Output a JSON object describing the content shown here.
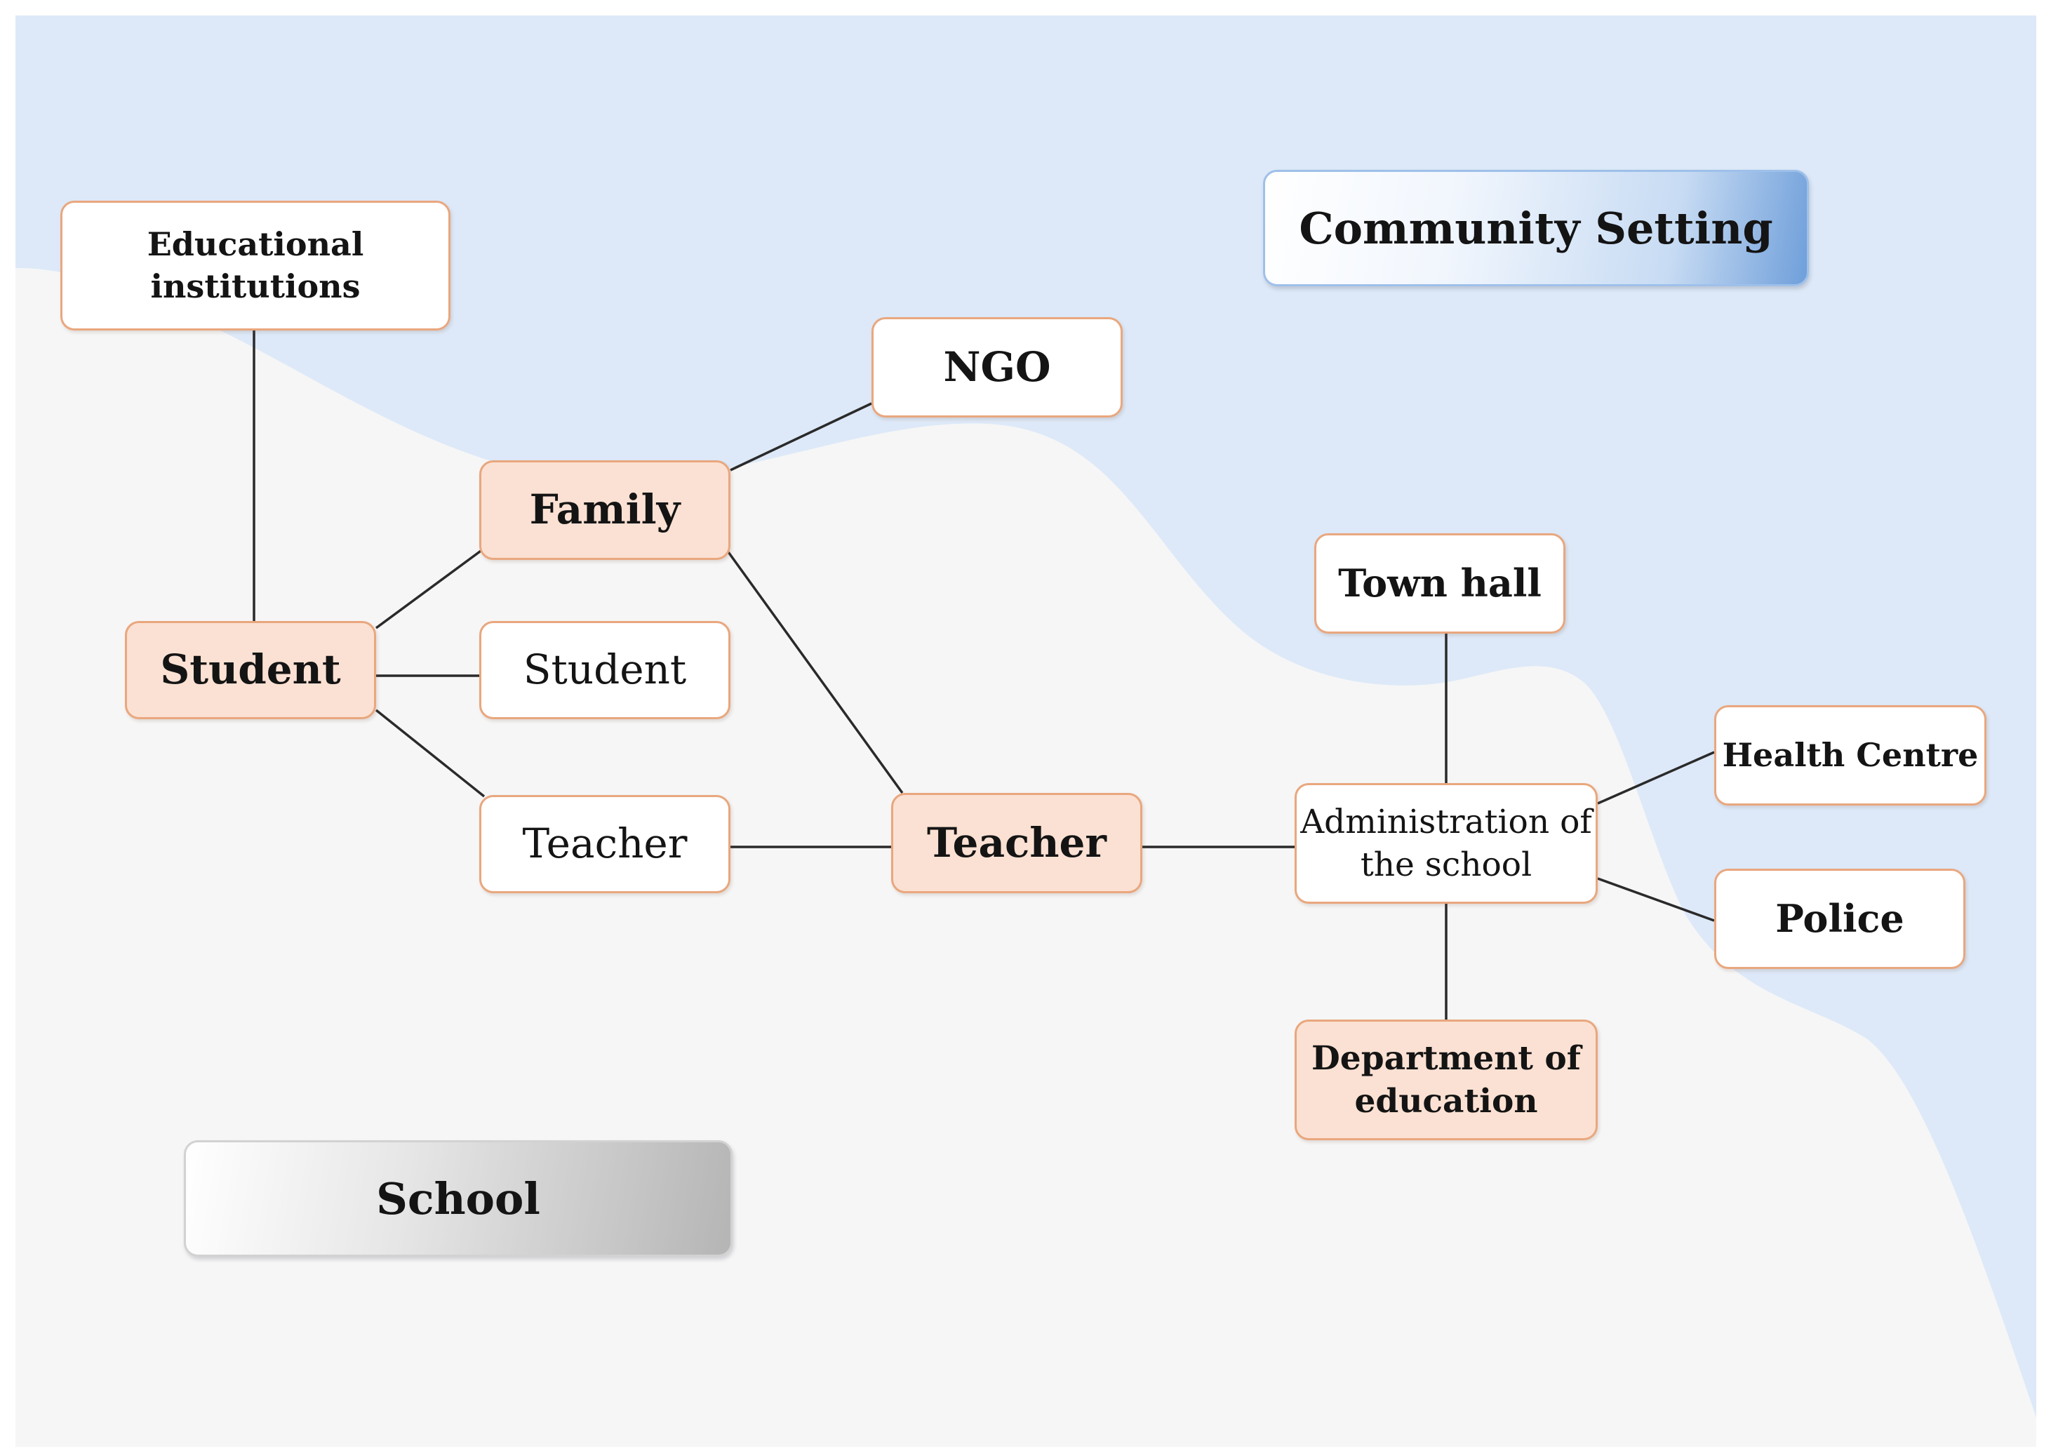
{
  "diagram": {
    "settings": {
      "community": "Community Setting",
      "school": "School"
    },
    "nodes": {
      "educational_institutions": "Educational institutions",
      "student_main": "Student",
      "family": "Family",
      "student_secondary": "Student",
      "teacher_secondary": "Teacher",
      "ngo": "NGO",
      "teacher_main": "Teacher",
      "administration": "Administration of the school",
      "town_hall": "Town hall",
      "health_centre": "Health Centre",
      "police": "Police",
      "department_of_education": "Department of education"
    },
    "edges": [
      [
        "educational_institutions",
        "student_main"
      ],
      [
        "student_main",
        "family"
      ],
      [
        "student_main",
        "student_secondary"
      ],
      [
        "student_main",
        "teacher_secondary"
      ],
      [
        "family",
        "ngo"
      ],
      [
        "family",
        "teacher_main"
      ],
      [
        "teacher_secondary",
        "teacher_main"
      ],
      [
        "teacher_main",
        "administration"
      ],
      [
        "administration",
        "town_hall"
      ],
      [
        "administration",
        "health_centre"
      ],
      [
        "administration",
        "police"
      ],
      [
        "administration",
        "department_of_education"
      ]
    ],
    "colors": {
      "community_background": "#dde9f8",
      "school_background": "#f6f6f6",
      "node_border": "#e9a77e",
      "node_highlight_fill": "#fbe1d3",
      "connector": "#2a2a2a"
    }
  }
}
